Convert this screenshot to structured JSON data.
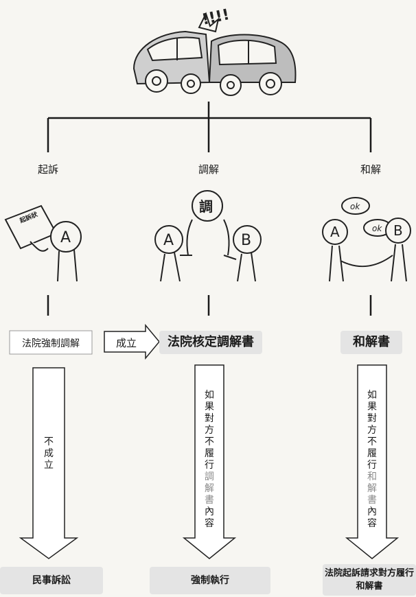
{
  "branches": {
    "left": "起訴",
    "center": "調解",
    "right": "和解"
  },
  "figures": {
    "document_text": "起訴狀",
    "person_a": "A",
    "person_b": "B",
    "mediator": "調",
    "ok_bubble_1": "ok",
    "ok_bubble_2": "ok",
    "crash_text": "!!!!"
  },
  "flow": {
    "left_box": "法院強制調解",
    "arrow_label": "成立",
    "center_result": "法院核定調解書",
    "right_result": "和解書",
    "left_vertical": "不成立",
    "center_vertical_a": "如果對方不履行",
    "center_vertical_b": "調解書",
    "center_vertical_c": "內容",
    "right_vertical_a": "如果對方不履行",
    "right_vertical_b": "和解書",
    "right_vertical_c": "內容"
  },
  "outcomes": {
    "left": "民事訴訟",
    "center": "強制執行",
    "right": "法院起訴請求對方履行和解書"
  }
}
